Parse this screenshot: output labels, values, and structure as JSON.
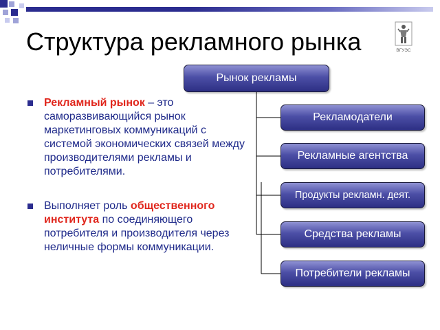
{
  "title": "Структура рекламного рынка",
  "bullets": [
    {
      "highlight": "Рекламный рынок",
      "text": " – это саморазвивающийся  рынок маркетинговых коммуникаций с системой экономических связей между производителями рекламы и потребителями."
    },
    {
      "before": "Выполняет роль ",
      "highlight": "общественного института",
      "after": " по соединяющего потребителя и производителя через неличные формы коммуникации."
    }
  ],
  "diagram": {
    "root": "Рынок рекламы",
    "children": [
      "Рекламодатели",
      "Рекламные агентства",
      "Продукты рекламн. деят.",
      "Средства рекламы",
      "Потребители рекламы"
    ]
  },
  "logo": {
    "icon": "emblem-icon",
    "text": "ВГУЭС"
  },
  "colors": {
    "accent": "#2b2c8f",
    "highlight": "#e0261c",
    "body_text": "#1f2a8a",
    "box_gradient_top": "#8f91d3",
    "box_gradient_bottom": "#2d2f84"
  }
}
